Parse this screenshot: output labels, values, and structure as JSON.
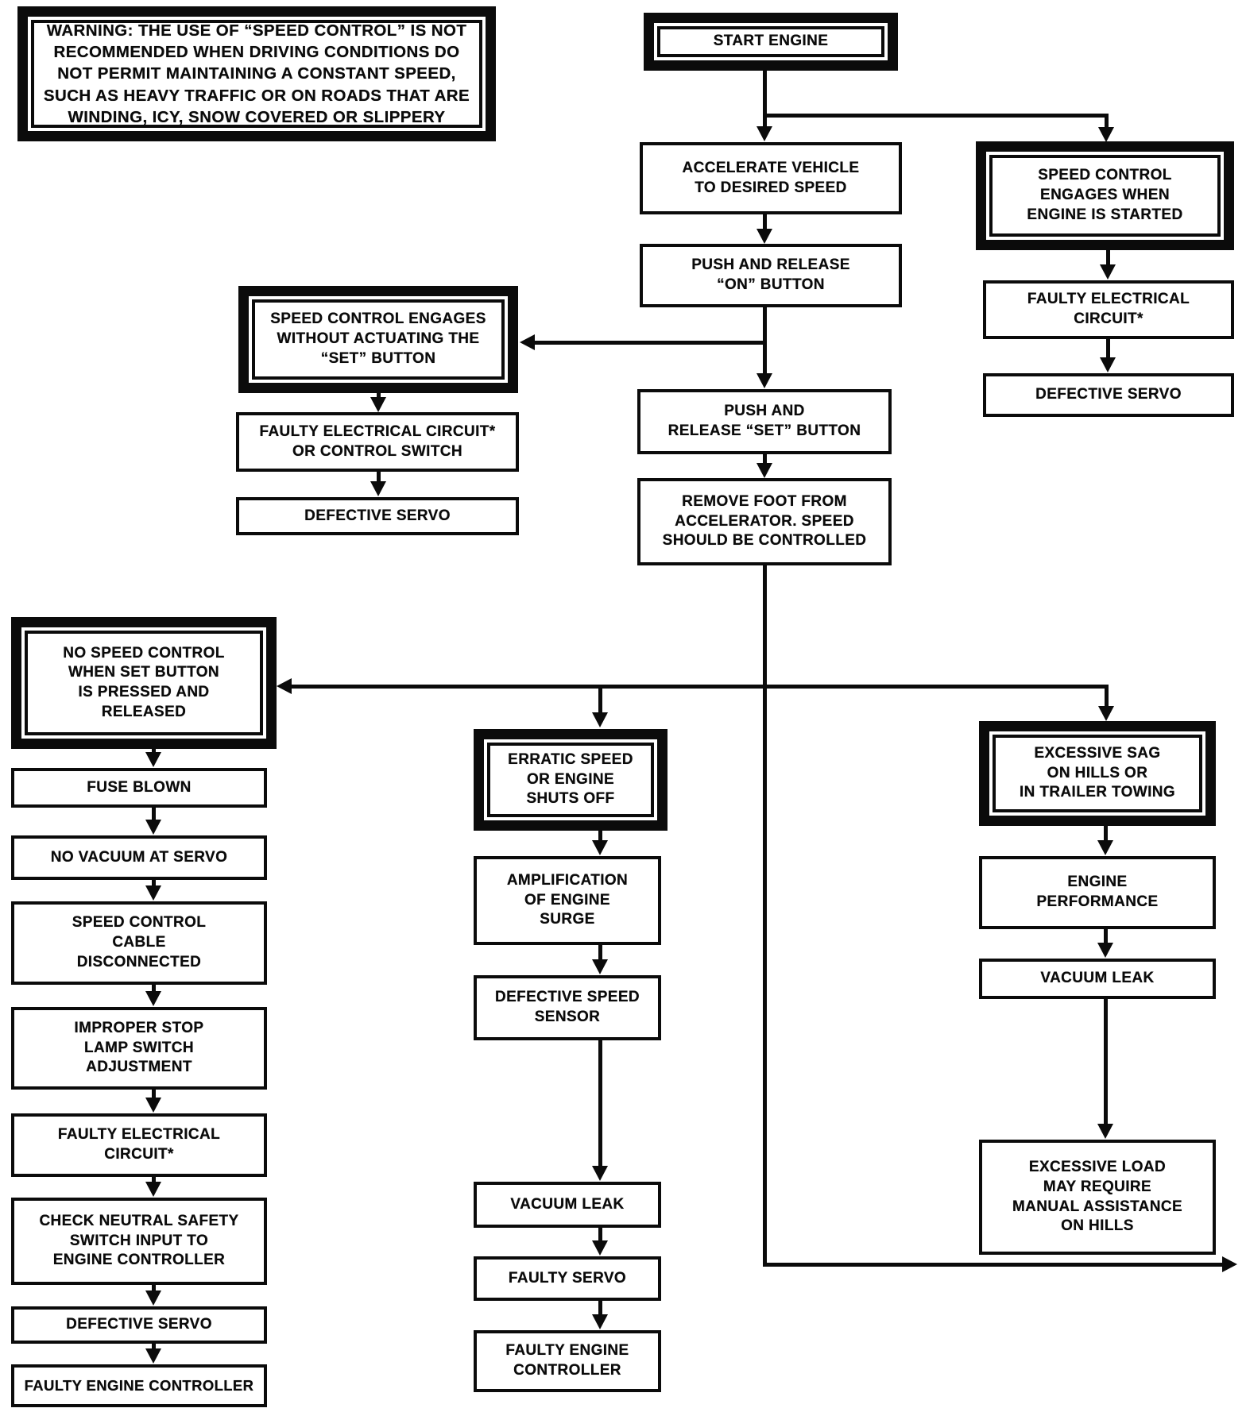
{
  "colors": {
    "ink": "#0b0b0b",
    "paper": "#ffffff"
  },
  "warning": {
    "label": "WARNING: THE USE OF “SPEED CONTROL” IS NOT\nRECOMMENDED WHEN DRIVING CONDITIONS DO\nNOT PERMIT MAINTAINING A CONSTANT SPEED,\nSUCH AS HEAVY TRAFFIC OR ON ROADS THAT ARE\nWINDING, ICY, SNOW COVERED OR SLIPPERY"
  },
  "nodes": {
    "start_engine": {
      "label": "START ENGINE",
      "emphasis": "heavy"
    },
    "accelerate": {
      "label": "ACCELERATE VEHICLE\nTO DESIRED SPEED",
      "emphasis": "normal"
    },
    "push_on": {
      "label": "PUSH AND RELEASE\n“ON” BUTTON",
      "emphasis": "normal"
    },
    "push_set": {
      "label": "PUSH AND\nRELEASE “SET” BUTTON",
      "emphasis": "normal"
    },
    "remove_foot": {
      "label": "REMOVE FOOT FROM\nACCELERATOR. SPEED\nSHOULD BE CONTROLLED",
      "emphasis": "normal"
    },
    "sc_engages_started": {
      "label": "SPEED CONTROL\nENGAGES WHEN\nENGINE IS STARTED",
      "emphasis": "heavy"
    },
    "faulty_electrical_right": {
      "label": "FAULTY ELECTRICAL\nCIRCUIT*",
      "emphasis": "normal"
    },
    "defective_servo_right": {
      "label": "DEFECTIVE SERVO",
      "emphasis": "normal"
    },
    "sc_engages_without": {
      "label": "SPEED CONTROL ENGAGES\nWITHOUT ACTUATING THE\n“SET” BUTTON",
      "emphasis": "heavy"
    },
    "faulty_electrical_or_switch": {
      "label": "FAULTY ELECTRICAL CIRCUIT*\nOR CONTROL SWITCH",
      "emphasis": "normal"
    },
    "defective_servo_left": {
      "label": "DEFECTIVE SERVO",
      "emphasis": "normal"
    },
    "no_speed_control": {
      "label": "NO SPEED CONTROL\nWHEN SET BUTTON\nIS PRESSED AND\nRELEASED",
      "emphasis": "heavy"
    },
    "fuse_blown": {
      "label": "FUSE BLOWN",
      "emphasis": "normal"
    },
    "no_vacuum_at_servo": {
      "label": "NO VACUUM AT SERVO",
      "emphasis": "normal"
    },
    "cable_disconnected": {
      "label": "SPEED CONTROL\nCABLE\nDISCONNECTED",
      "emphasis": "normal"
    },
    "improper_stop_lamp": {
      "label": "IMPROPER STOP\nLAMP SWITCH\nADJUSTMENT",
      "emphasis": "normal"
    },
    "faulty_electrical_left": {
      "label": "FAULTY ELECTRICAL\nCIRCUIT*",
      "emphasis": "normal"
    },
    "check_neutral_safety": {
      "label": "CHECK NEUTRAL SAFETY\nSWITCH INPUT TO\nENGINE CONTROLLER",
      "emphasis": "normal"
    },
    "defective_servo_bottom": {
      "label": "DEFECTIVE SERVO",
      "emphasis": "normal"
    },
    "faulty_engine_controller_left": {
      "label": "FAULTY ENGINE CONTROLLER",
      "emphasis": "normal"
    },
    "erratic_speed": {
      "label": "ERRATIC SPEED\nOR ENGINE\nSHUTS OFF",
      "emphasis": "heavy"
    },
    "amplification_surge": {
      "label": "AMPLIFICATION\nOF ENGINE\nSURGE",
      "emphasis": "normal"
    },
    "defective_speed_sensor": {
      "label": "DEFECTIVE SPEED\nSENSOR",
      "emphasis": "normal"
    },
    "vacuum_leak_mid": {
      "label": "VACUUM LEAK",
      "emphasis": "normal"
    },
    "faulty_servo": {
      "label": "FAULTY SERVO",
      "emphasis": "normal"
    },
    "faulty_engine_controller_mid": {
      "label": "FAULTY ENGINE\nCONTROLLER",
      "emphasis": "normal"
    },
    "excessive_sag": {
      "label": "EXCESSIVE SAG\nON HILLS OR\nIN TRAILER TOWING",
      "emphasis": "heavy"
    },
    "engine_performance": {
      "label": "ENGINE\nPERFORMANCE",
      "emphasis": "normal"
    },
    "vacuum_leak_right": {
      "label": "VACUUM LEAK",
      "emphasis": "normal"
    },
    "excessive_load": {
      "label": "EXCESSIVE LOAD\nMAY REQUIRE\nMANUAL ASSISTANCE\nON HILLS",
      "emphasis": "normal"
    }
  },
  "edges": [
    [
      "start_engine",
      "accelerate"
    ],
    [
      "start_engine",
      "sc_engages_started"
    ],
    [
      "accelerate",
      "push_on"
    ],
    [
      "push_on",
      "sc_engages_without"
    ],
    [
      "push_on",
      "push_set"
    ],
    [
      "push_set",
      "remove_foot"
    ],
    [
      "remove_foot",
      "no_speed_control"
    ],
    [
      "remove_foot",
      "erratic_speed"
    ],
    [
      "remove_foot",
      "excessive_sag"
    ],
    [
      "remove_foot",
      "continues-off-chart-right"
    ],
    [
      "sc_engages_started",
      "faulty_electrical_right"
    ],
    [
      "faulty_electrical_right",
      "defective_servo_right"
    ],
    [
      "sc_engages_without",
      "faulty_electrical_or_switch"
    ],
    [
      "faulty_electrical_or_switch",
      "defective_servo_left"
    ],
    [
      "no_speed_control",
      "fuse_blown"
    ],
    [
      "fuse_blown",
      "no_vacuum_at_servo"
    ],
    [
      "no_vacuum_at_servo",
      "cable_disconnected"
    ],
    [
      "cable_disconnected",
      "improper_stop_lamp"
    ],
    [
      "improper_stop_lamp",
      "faulty_electrical_left"
    ],
    [
      "faulty_electrical_left",
      "check_neutral_safety"
    ],
    [
      "check_neutral_safety",
      "defective_servo_bottom"
    ],
    [
      "defective_servo_bottom",
      "faulty_engine_controller_left"
    ],
    [
      "erratic_speed",
      "amplification_surge"
    ],
    [
      "amplification_surge",
      "defective_speed_sensor"
    ],
    [
      "defective_speed_sensor",
      "vacuum_leak_mid"
    ],
    [
      "vacuum_leak_mid",
      "faulty_servo"
    ],
    [
      "faulty_servo",
      "faulty_engine_controller_mid"
    ],
    [
      "excessive_sag",
      "engine_performance"
    ],
    [
      "engine_performance",
      "vacuum_leak_right"
    ],
    [
      "vacuum_leak_right",
      "excessive_load"
    ]
  ]
}
